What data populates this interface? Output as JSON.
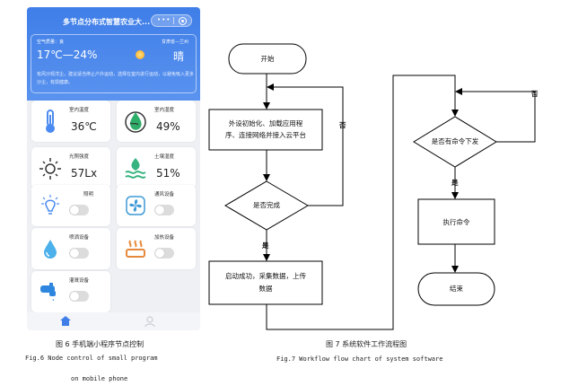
{
  "phone": {
    "title": "多节点分布式智慧农业大...",
    "air_quality": "空气质量：良",
    "location": "甘肃省—兰州",
    "temperature": "17℃—24%",
    "condition": "晴",
    "tip": "有风沙现洋尘，建议适当停止户外运动，选择在室内进行运动，以避免吸入更多沙尘，有损健康。",
    "sensors": [
      {
        "label": "室内温度",
        "value": "36℃",
        "icon": "thermometer-icon"
      },
      {
        "label": "室内湿度",
        "value": "49%",
        "icon": "humidity-icon"
      },
      {
        "label": "光照强度",
        "value": "57Lx",
        "icon": "sun-icon"
      },
      {
        "label": "土壤湿度",
        "value": "51%",
        "icon": "soil-icon"
      }
    ],
    "devices": [
      {
        "label": "照明",
        "icon": "light-icon"
      },
      {
        "label": "通风设备",
        "icon": "fan-icon"
      },
      {
        "label": "喷洒设备",
        "icon": "sprayer-icon"
      },
      {
        "label": "加热设备",
        "icon": "heater-icon"
      },
      {
        "label": "灌溉设备",
        "icon": "faucet-icon"
      }
    ],
    "tab_home_label": "首页"
  },
  "fig6": {
    "caption_cn": "图 6  手机端小程序节点控制",
    "caption_en_line1": "Fig.6 Node control of small program",
    "caption_en_line2": "on  mobile  phone"
  },
  "fig7": {
    "caption_cn": "图 7  系统软件工作流程图",
    "caption_en": "Fig.7  Workflow flow chart of system software"
  },
  "flow1": {
    "start": "开始",
    "init_line1": "外设初始化、加载应用程",
    "init_line2": "序、连接网络并接入云平台",
    "decision": "是否完成",
    "yes": "是",
    "no": "否",
    "collect_line1": "启动成功，采集数据，上传",
    "collect_line2": "数据"
  },
  "flow2": {
    "decision": "是否有命令下发",
    "yes": "是",
    "no": "否",
    "execute": "执行命令",
    "end": "结束"
  },
  "colors": {
    "header_blue": "#3f7ee8",
    "flow_line": "#000000"
  }
}
